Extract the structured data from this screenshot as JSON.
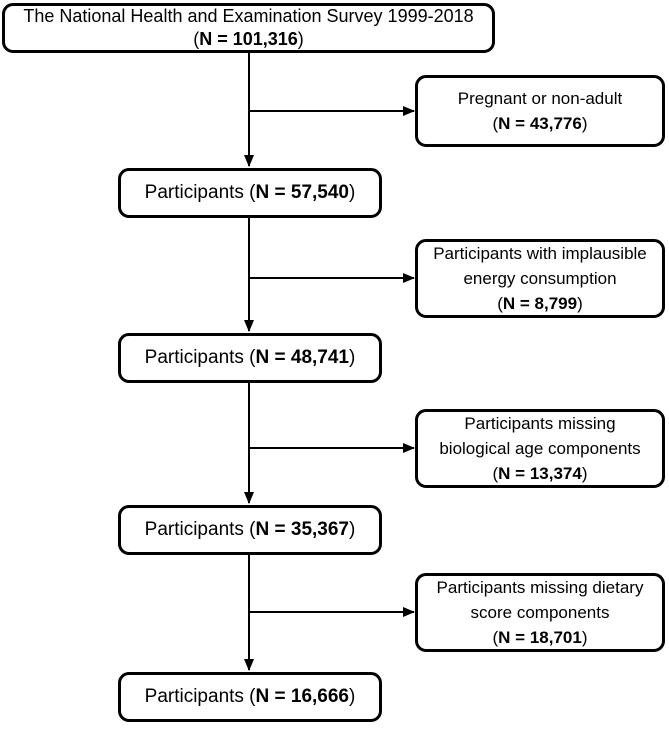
{
  "figure": {
    "background_color": "#ffffff",
    "line_color": "#000000",
    "box_border_color": "#000000"
  },
  "source_box": {
    "title": "The National Health and Examination Survey 1999-2018",
    "paren_open": "(",
    "n": "N = 101,316",
    "paren_close": ")"
  },
  "participant_boxes": [
    {
      "label": "Participants (",
      "n": "N = 57,540",
      "paren_close": ")"
    },
    {
      "label": "Participants (",
      "n": "N = 48,741",
      "paren_close": ")"
    },
    {
      "label": "Participants (",
      "n": "N = 35,367",
      "paren_close": ")"
    },
    {
      "label": "Participants (",
      "n": "N = 16,666",
      "paren_close": ")"
    }
  ],
  "exclusion_boxes": [
    {
      "lines": [
        "Pregnant or non-adult"
      ],
      "paren_open": "(",
      "n": "N = 43,776",
      "paren_close": ")"
    },
    {
      "lines": [
        "Participants with implausible",
        "energy consumption"
      ],
      "paren_open": "(",
      "n": "N = 8,799",
      "paren_close": ")"
    },
    {
      "lines": [
        "Participants missing",
        "biological age components"
      ],
      "paren_open": "(",
      "n": "N = 13,374",
      "paren_close": ")"
    },
    {
      "lines": [
        "Participants missing dietary",
        "score components"
      ],
      "paren_open": "(",
      "n": "N = 18,701",
      "paren_close": ")"
    }
  ]
}
